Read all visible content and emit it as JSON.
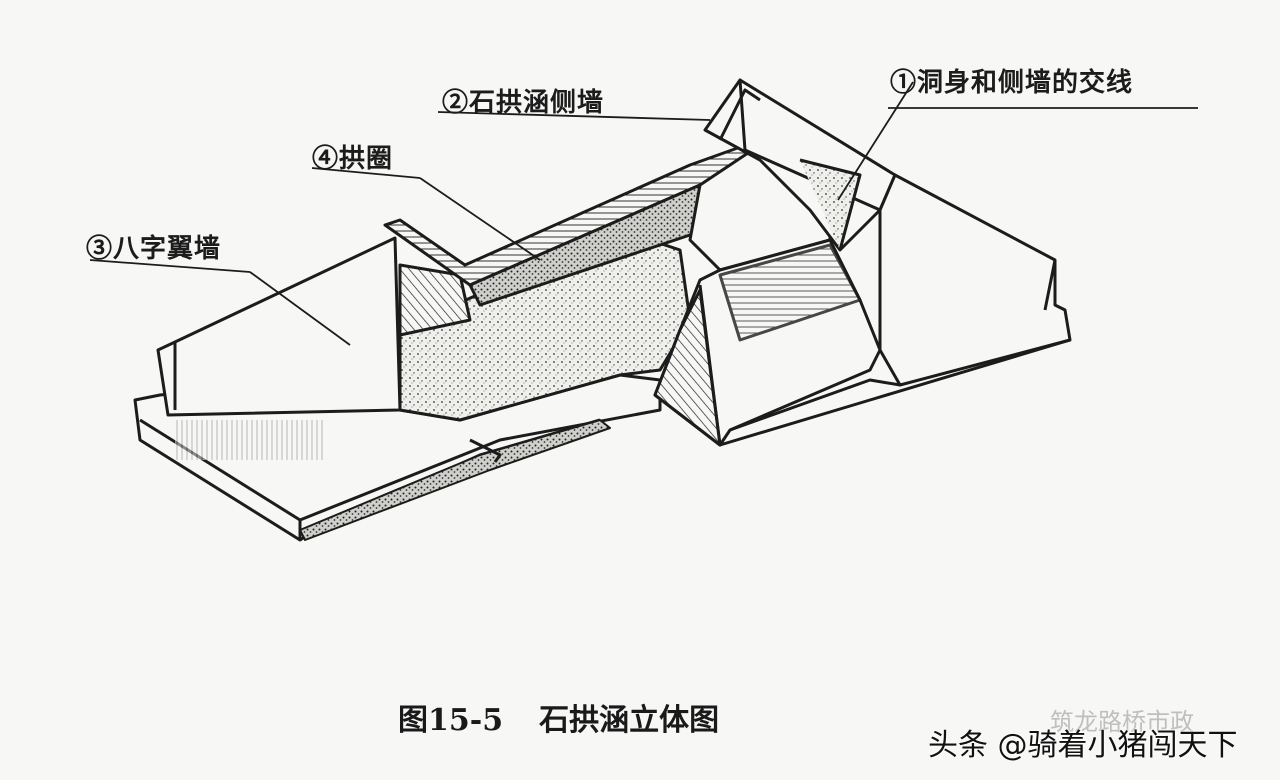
{
  "figure": {
    "title_number": "图15-5",
    "title_text": "石拱涵立体图"
  },
  "labels": [
    {
      "id": 1,
      "marker": "①",
      "text": "洞身和侧墙的交线"
    },
    {
      "id": 2,
      "marker": "②",
      "text": "石拱涵侧墙"
    },
    {
      "id": 3,
      "marker": "③",
      "text": "八字翼墙"
    },
    {
      "id": 4,
      "marker": "④",
      "text": "拱圈"
    }
  ],
  "watermark": {
    "main": "头条 @骑着小猪闯天下",
    "faint": "筑龙路桥市政"
  },
  "colors": {
    "background": "#f7f7f5",
    "ink": "#1c1c1c"
  }
}
